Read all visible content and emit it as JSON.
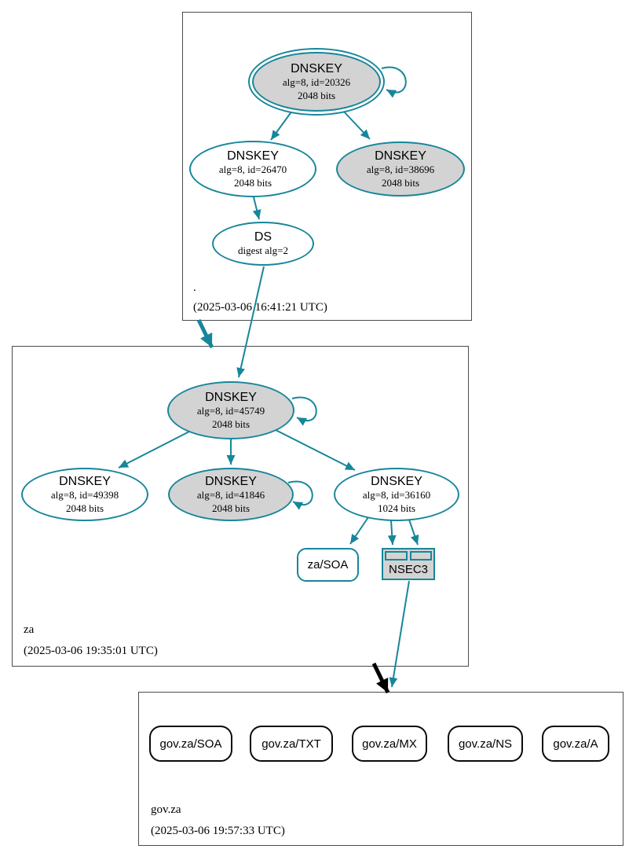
{
  "colors": {
    "teal": "#17869a",
    "node_fill_gray": "#d3d3d3",
    "node_fill_white": "#ffffff",
    "insecure_edge": "#000000",
    "zone_border": "#4c4c4c"
  },
  "zones": {
    "root": {
      "label": ".",
      "timestamp": "(2025-03-06 16:41:21 UTC)",
      "dnskey_20326": {
        "type": "DNSKEY",
        "alg": "alg=8, id=20326",
        "bits": "2048 bits"
      },
      "dnskey_26470": {
        "type": "DNSKEY",
        "alg": "alg=8, id=26470",
        "bits": "2048 bits"
      },
      "dnskey_38696": {
        "type": "DNSKEY",
        "alg": "alg=8, id=38696",
        "bits": "2048 bits"
      },
      "ds": {
        "type": "DS",
        "digest": "digest alg=2"
      }
    },
    "za": {
      "label": "za",
      "timestamp": "(2025-03-06 19:35:01 UTC)",
      "dnskey_45749": {
        "type": "DNSKEY",
        "alg": "alg=8, id=45749",
        "bits": "2048 bits"
      },
      "dnskey_49398": {
        "type": "DNSKEY",
        "alg": "alg=8, id=49398",
        "bits": "2048 bits"
      },
      "dnskey_41846": {
        "type": "DNSKEY",
        "alg": "alg=8, id=41846",
        "bits": "2048 bits"
      },
      "dnskey_36160": {
        "type": "DNSKEY",
        "alg": "alg=8, id=36160",
        "bits": "1024 bits"
      },
      "soa": {
        "label": "za/SOA"
      },
      "nsec3": {
        "label": "NSEC3"
      }
    },
    "govza": {
      "label": "gov.za",
      "timestamp": "(2025-03-06 19:57:33 UTC)",
      "rrsets": [
        {
          "label": "gov.za/SOA"
        },
        {
          "label": "gov.za/TXT"
        },
        {
          "label": "gov.za/MX"
        },
        {
          "label": "gov.za/NS"
        },
        {
          "label": "gov.za/A"
        }
      ]
    }
  }
}
